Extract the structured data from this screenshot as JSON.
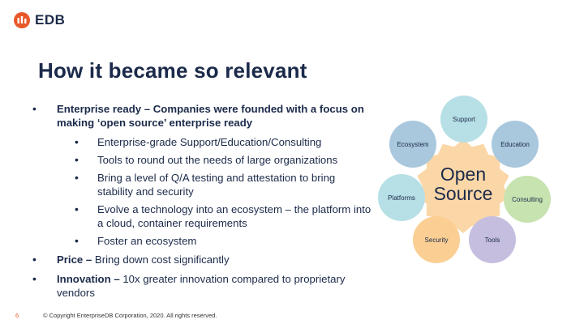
{
  "logo": {
    "text": "EDB"
  },
  "title": "How it became so relevant",
  "bullets": {
    "enterprise": {
      "lead": "Enterprise ready –",
      "text": " Companies were founded with a focus on making ‘open source’ enterprise ready",
      "sub": [
        "Enterprise-grade Support/Education/Consulting",
        "Tools to round out the needs of large organizations",
        "Bring a level of Q/A testing and attestation to bring stability and security",
        "Evolve a technology into an ecosystem – the platform into a cloud, container requirements",
        "Foster an ecosystem"
      ]
    },
    "price": {
      "lead": "Price –",
      "text": " Bring down cost significantly"
    },
    "innovation": {
      "lead": "Innovation –",
      "text": " 10x greater innovation compared to proprietary vendors"
    }
  },
  "diagram": {
    "center": {
      "line1": "Open",
      "line2": "Source",
      "color": "#fbd7a7"
    },
    "petals": [
      {
        "label": "Support",
        "color": "#b7dfe6"
      },
      {
        "label": "Education",
        "color": "#a9c7dd"
      },
      {
        "label": "Consulting",
        "color": "#c7e3b0"
      },
      {
        "label": "Tools",
        "color": "#c5bedf"
      },
      {
        "label": "Security",
        "color": "#fbcf94"
      },
      {
        "label": "Platforms",
        "color": "#b7dfe6"
      },
      {
        "label": "Ecosystem",
        "color": "#a9c7dd"
      }
    ]
  },
  "footer": {
    "page": "6",
    "copyright": "© Copyright EnterpriseDB Corporation, 2020. All rights reserved."
  },
  "colors": {
    "navy": "#1b2a4a",
    "accent": "#e8592a"
  }
}
